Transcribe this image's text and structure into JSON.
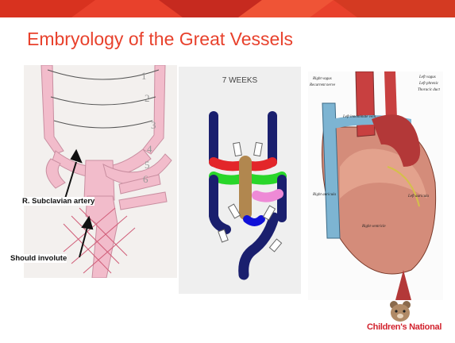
{
  "slide": {
    "title": "Embryology of the Great Vessels",
    "colors": {
      "title": "#e8412c",
      "band_red": "#e8412c",
      "band_dark": "#c62a1f"
    }
  },
  "left_diagram": {
    "numbers": [
      "1",
      "2",
      "3",
      "4",
      "5",
      "6"
    ],
    "label_subclavian": "R. Subclavian artery",
    "label_involute": "Should involute"
  },
  "middle_diagram": {
    "title": "7 WEEKS",
    "colors": {
      "vessel": "#1a1f6e",
      "red": "#e3262a",
      "green": "#29d62a",
      "brown": "#b1874f",
      "pink": "#ee8ad6",
      "blue": "#1010d8"
    }
  },
  "right_diagram": {
    "labels": [
      "Right vagus",
      "Recurrent nerve",
      "Left vagus",
      "Left phrenic",
      "Thoracic duct",
      "Left innominate vein",
      "Left auricula",
      "Right ventricle",
      "Right auricula"
    ]
  },
  "logo": {
    "text": "Children's National",
    "icon": "teddy-bear-icon"
  }
}
